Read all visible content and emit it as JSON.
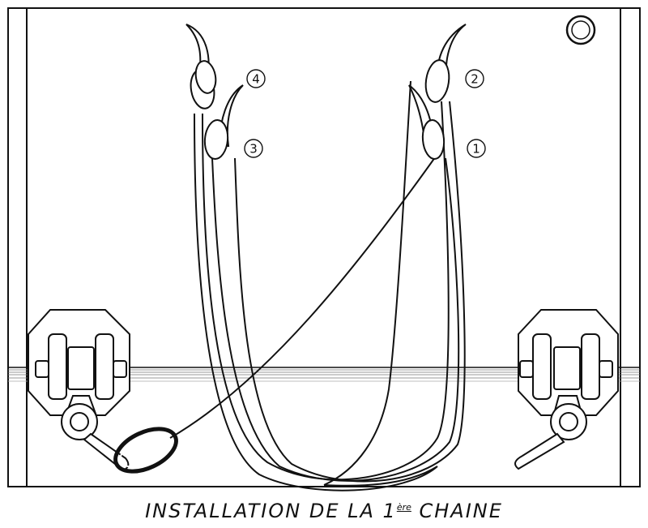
{
  "caption": {
    "main": "INSTALLATION DE LA 1",
    "superscript": "ère",
    "rest": " CHAINE"
  },
  "callouts": [
    "1",
    "2",
    "3",
    "4"
  ],
  "colors": {
    "ink": "#111111",
    "paper": "#ffffff",
    "water": "#9a9a9a"
  }
}
